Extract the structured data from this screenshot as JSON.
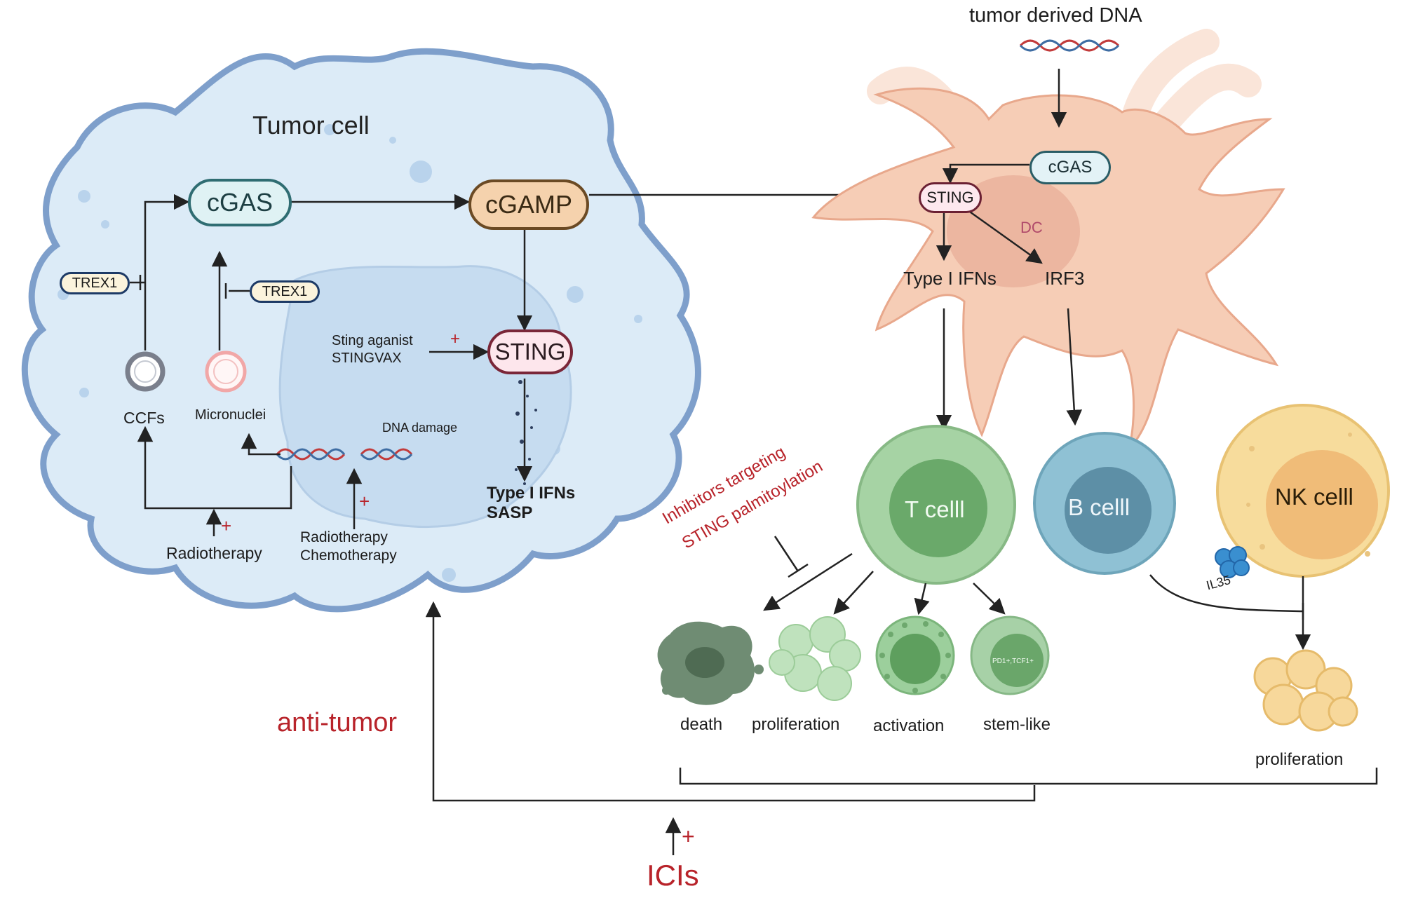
{
  "labels": {
    "tumor_cell": "Tumor cell",
    "tumor_derived_dna": "tumor derived DNA",
    "cgas_tumor": "cGAS",
    "cgamp": "cGAMP",
    "sting_tumor": "STING",
    "trex1_a": "TREX1",
    "trex1_b": "TREX1",
    "ccfs": "CCFs",
    "micronuclei": "Micronuclei",
    "dna_damage": "DNA damage",
    "sting_agonist_line1": "Sting aganist",
    "sting_agonist_line2": "STINGVAX",
    "type1_ifns_tumor": "Type I IFNs",
    "sasp": "SASP",
    "radiotherapy": "Radiotherapy",
    "radio_chemo_line1": "Radiotherapy",
    "radio_chemo_line2": "Chemotherapy",
    "anti_tumor": "anti-tumor",
    "icis": "ICIs",
    "plus": "+",
    "cgas_dc": "cGAS",
    "sting_dc": "STING",
    "dc": "DC",
    "type1_ifns_dc": "Type I IFNs",
    "irf3": "IRF3",
    "t_cell": "T celll",
    "b_cell": "B celll",
    "nk_cell": "NK celll",
    "inhibitors_line1": "Inhibitors targeting",
    "inhibitors_line2": "STING palmitoylation",
    "il35": "IL35",
    "pd1_tcf1": "PD1+,TCF1+",
    "death": "death",
    "proliferation_t": "proliferation",
    "activation": "activation",
    "stem_like": "stem-like",
    "proliferation_nk": "proliferation"
  },
  "colors": {
    "tumor_fill": "#dcebf7",
    "tumor_outline": "#7e9fcb",
    "nucleus_fill": "#c6dcf0",
    "dc_fill": "#f6cdb6",
    "t_cell": "#8fc38f",
    "b_cell": "#7fb3c7",
    "nk_cell": "#f7dc9c",
    "accent_red": "#b8232a"
  }
}
